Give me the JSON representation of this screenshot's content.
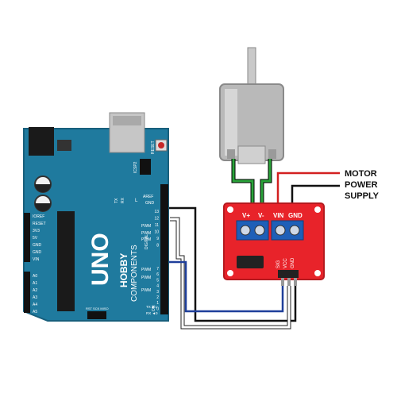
{
  "supply_label": [
    "MOTOR",
    "POWER",
    "SUPPLY"
  ],
  "driver": {
    "terminals_left": [
      "V+",
      "V-"
    ],
    "terminals_right": [
      "VIN",
      "GND"
    ],
    "pins": [
      "SIG",
      "VCC",
      "GND"
    ]
  },
  "arduino": {
    "board_name": "UNO",
    "brand_line1": "HOBBY",
    "brand_line2": "COMPONENTS",
    "reset_label": "RESET",
    "icsp_top": "ICSP2",
    "icsp_bottom": "ICSP",
    "top_labels": [
      "AREF",
      "GND"
    ],
    "tx_rx": [
      "TX",
      "RX"
    ],
    "l_label": "L",
    "on_label": "ON",
    "digital_label": "DIGITAL",
    "pwm": "PWM",
    "digital_pins": [
      "13",
      "12",
      "11",
      "10",
      "9",
      "8",
      "7",
      "6",
      "5",
      "4",
      "3",
      "2",
      "1",
      "0"
    ],
    "tx_arrow": "TX ►1",
    "rx_arrow": "RX ◄0",
    "power_pins": [
      "IOREF",
      "RESET",
      "3V3",
      "5V",
      "GND",
      "GND",
      "VIN"
    ],
    "analog_pins": [
      "A0",
      "A1",
      "A2",
      "A3",
      "A4",
      "A5"
    ],
    "bottom_small": "RST SCK MISO"
  },
  "colors": {
    "board": "#1f7a9e",
    "board_edge": "#185f7c",
    "driver": "#e8232a",
    "terminal": "#1e5fb8",
    "wire_black": "#111111",
    "wire_blue": "#1f3f9a",
    "wire_green": "#2aa33a",
    "wire_red": "#d32020",
    "wire_white_stroke": "#222222"
  }
}
